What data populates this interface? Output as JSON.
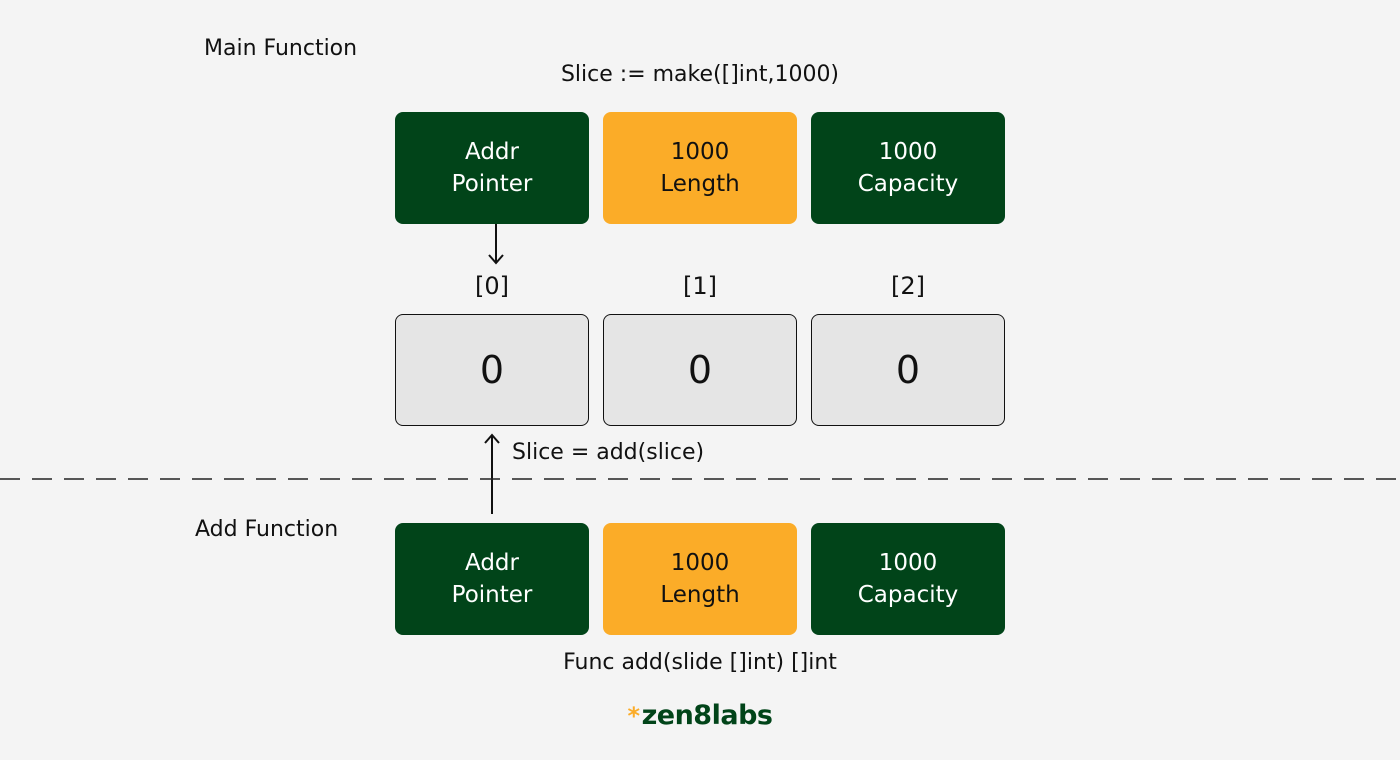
{
  "main": {
    "title": "Main Function",
    "declaration": "Slice := make([]int,1000)",
    "header": {
      "pointer": {
        "line1": "Addr",
        "line2": "Pointer"
      },
      "length": {
        "line1": "1000",
        "line2": "Length"
      },
      "capacity": {
        "line1": "1000",
        "line2": "Capacity"
      }
    },
    "cells": [
      {
        "index": "[0]",
        "value": "0"
      },
      {
        "index": "[1]",
        "value": "0"
      },
      {
        "index": "[2]",
        "value": "0"
      }
    ],
    "assignment": "Slice = add(slice)"
  },
  "add": {
    "title": "Add Function",
    "header": {
      "pointer": {
        "line1": "Addr",
        "line2": "Pointer"
      },
      "length": {
        "line1": "1000",
        "line2": "Length"
      },
      "capacity": {
        "line1": "1000",
        "line2": "Capacity"
      }
    },
    "signature": "Func add(slide []int) []int"
  },
  "brand": {
    "mark": "*",
    "name": "zen8labs"
  },
  "colors": {
    "dark_green": "#014419",
    "orange": "#fbac28",
    "cell_fill": "#e5e5e5",
    "background": "#f4f4f4"
  }
}
